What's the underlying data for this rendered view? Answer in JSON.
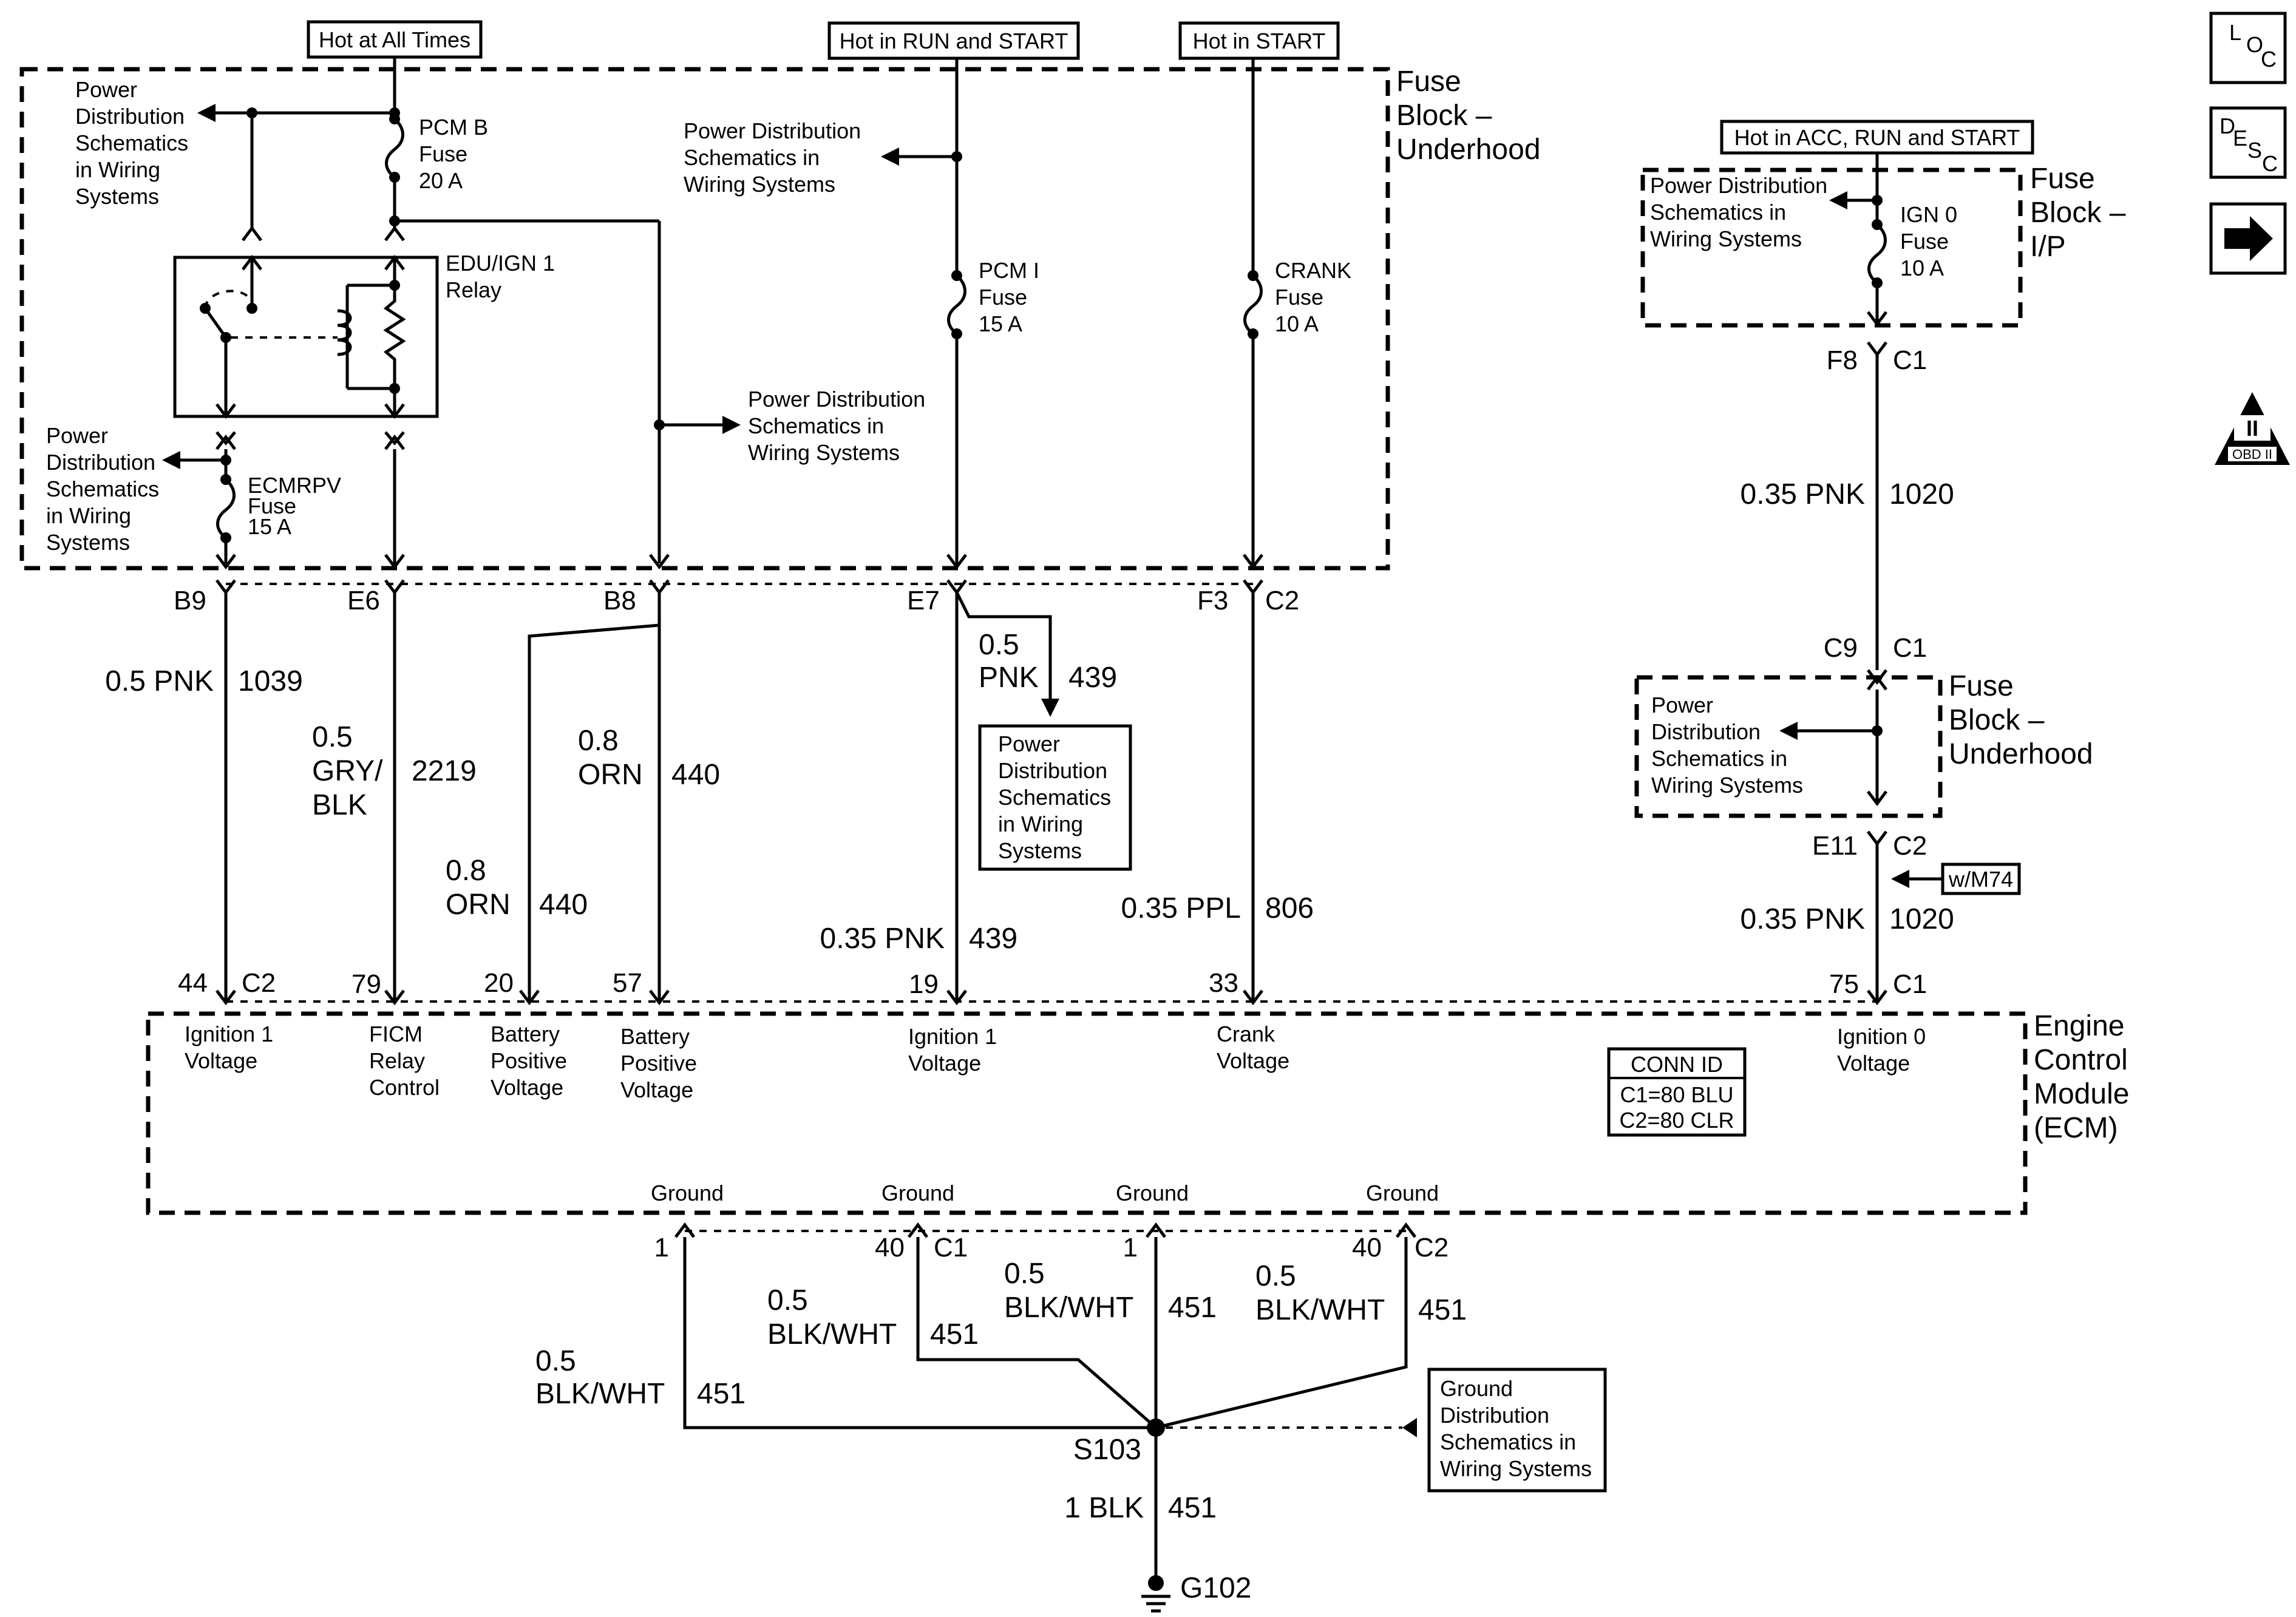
{
  "headers": {
    "hot_all": "Hot at All Times",
    "hot_run_start": "Hot in RUN and START",
    "hot_start": "Hot in START",
    "hot_acc": "Hot in ACC, RUN and START"
  },
  "blocks": {
    "underhood": [
      "Fuse",
      "Block –",
      "Underhood"
    ],
    "ip": [
      "Fuse",
      "Block –",
      "I/P"
    ],
    "underhood2": [
      "Fuse",
      "Block –",
      "Underhood"
    ],
    "ecm": [
      "Engine",
      "Control",
      "Module",
      "(ECM)"
    ]
  },
  "pd_refs": {
    "top_left": [
      "Power",
      "Distribution",
      "Schematics",
      "in Wiring",
      "Systems"
    ],
    "left_mid": [
      "Power",
      "Distribution",
      "Schematics",
      "in Wiring",
      "Systems"
    ],
    "center_top": [
      "Power Distribution",
      "Schematics in",
      "Wiring Systems"
    ],
    "center_mid": [
      "Power Distribution",
      "Schematics in",
      "Wiring Systems"
    ],
    "boxed": [
      "Power",
      "Distribution",
      "Schematics",
      "in Wiring",
      "Systems"
    ],
    "ip": [
      "Power Distribution",
      "Schematics in",
      "Wiring Systems"
    ],
    "underhood2": [
      "Power",
      "Distribution",
      "Schematics in",
      "Wiring Systems"
    ],
    "ground": [
      "Ground",
      "Distribution",
      "Schematics in",
      "Wiring Systems"
    ]
  },
  "fuses": {
    "pcm_b": [
      "PCM B",
      "Fuse",
      "20 A"
    ],
    "ecmrpv": [
      "ECMRPV",
      "Fuse",
      "15 A"
    ],
    "pcm_i": [
      "PCM I",
      "Fuse",
      "15 A"
    ],
    "crank": [
      "CRANK",
      "Fuse",
      "10 A"
    ],
    "ign0": [
      "IGN 0",
      "Fuse",
      "10 A"
    ]
  },
  "relay": [
    "EDU/IGN 1",
    "Relay"
  ],
  "connectors_top": {
    "b9": "B9",
    "e6": "E6",
    "b8": "B8",
    "e7": "E7",
    "f3": "F3",
    "c2": "C2",
    "f8": "F8",
    "c1_f8": "C1",
    "c9": "C9",
    "c1_c9": "C1",
    "e11": "E11",
    "c2_e11": "C2"
  },
  "wires": {
    "w1039": [
      "0.5 PNK",
      "1039"
    ],
    "w2219": [
      "0.5",
      "GRY/",
      "BLK",
      "2219"
    ],
    "w440a": [
      "0.8",
      "ORN",
      "440"
    ],
    "w440b": [
      "0.8",
      "ORN",
      "440"
    ],
    "w439a": [
      "0.5",
      "PNK",
      "439"
    ],
    "w439b": [
      "0.35 PNK",
      "439"
    ],
    "w806": [
      "0.35 PPL",
      "806"
    ],
    "w1020a": [
      "0.35 PNK",
      "1020"
    ],
    "w1020b": [
      "0.35 PNK",
      "1020"
    ],
    "g451_1": [
      "0.5",
      "BLK/WHT",
      "451"
    ],
    "g451_2": [
      "0.5",
      "BLK/WHT",
      "451"
    ],
    "g451_3": [
      "0.5",
      "BLK/WHT",
      "451"
    ],
    "g451_4": [
      "0.5",
      "BLK/WHT",
      "451"
    ],
    "g451_main": [
      "1 BLK",
      "451"
    ]
  },
  "option": "w/M74",
  "ecm_pins": {
    "p44": "44",
    "c2": "C2",
    "p79": "79",
    "p20": "20",
    "p57": "57",
    "p19": "19",
    "p33": "33",
    "p75": "75",
    "c1": "C1"
  },
  "ecm_functions": {
    "ign1_left": [
      "Ignition 1",
      "Voltage"
    ],
    "ficm": [
      "FICM",
      "Relay",
      "Control"
    ],
    "batt1": [
      "Battery",
      "Positive",
      "Voltage"
    ],
    "batt2": [
      "Battery",
      "Positive",
      "Voltage"
    ],
    "ign1_mid": [
      "Ignition 1",
      "Voltage"
    ],
    "crank": [
      "Crank",
      "Voltage"
    ],
    "ign0": [
      "Ignition 0",
      "Voltage"
    ]
  },
  "conn_id": [
    "CONN ID",
    "C1=80 BLU",
    "C2=80 CLR"
  ],
  "grounds": {
    "label": "Ground",
    "pins": [
      "1",
      "40",
      "1",
      "40"
    ],
    "c1": "C1",
    "c2": "C2"
  },
  "splice": "S103",
  "ground_point": "G102",
  "sidebar": {
    "loc": [
      "L",
      "O",
      "C"
    ],
    "desc": [
      "D",
      "E",
      "S",
      "C"
    ],
    "obd": [
      "II",
      "OBD II"
    ]
  }
}
